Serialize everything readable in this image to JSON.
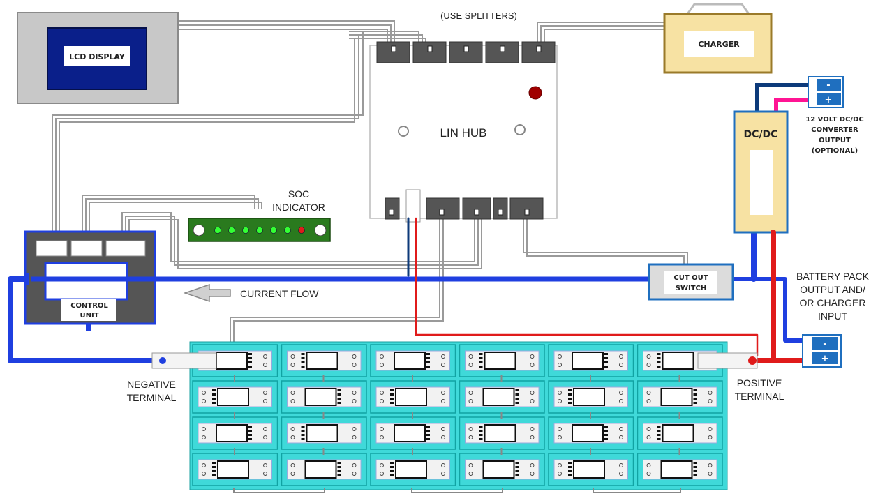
{
  "labels": {
    "lcd_display": "LCD DISPLAY",
    "use_splitters": "(USE SPLITTERS)",
    "charger": "CHARGER",
    "lin_hub": "LIN HUB",
    "dc_dc": "DC/DC",
    "dcdc_output": [
      "12 VOLT DC/DC",
      "CONVERTER",
      "OUTPUT",
      "(OPTIONAL)"
    ],
    "soc_indicator": [
      "SOC",
      "INDICATOR"
    ],
    "control_unit": [
      "CONTROL",
      "UNIT"
    ],
    "current_flow": "CURRENT FLOW",
    "cut_out_switch": [
      "CUT OUT",
      "SWITCH"
    ],
    "battery_pack": [
      "BATTERY PACK",
      "OUTPUT AND/",
      "OR CHARGER",
      "INPUT"
    ],
    "negative_terminal": [
      "NEGATIVE",
      "TERMINAL"
    ],
    "positive_terminal": [
      "POSITIVE",
      "TERMINAL"
    ]
  },
  "terminal_symbols": {
    "minus": "-",
    "plus": "+"
  },
  "colors": {
    "positive_wire": "#e01b1b",
    "negative_wire": "#1f3fe0",
    "dark_blue_wire": "#0d3a7a",
    "pink_wire": "#ff1493",
    "cable_grey": "#9a9a9a",
    "cell_fill": "#3fd9d9",
    "charger_fill": "#f7e2a3",
    "dcdc_fill": "#f7e2a3",
    "lcd_screen": "#0a1f8a",
    "soc_board": "#2a7a1e",
    "control_unit_fill": "#555555",
    "hub_fill": "#ffffff"
  },
  "soc_leds": [
    "green",
    "green",
    "green",
    "green",
    "green",
    "green",
    "red"
  ],
  "battery_grid": {
    "rows": 4,
    "cols": 6
  }
}
